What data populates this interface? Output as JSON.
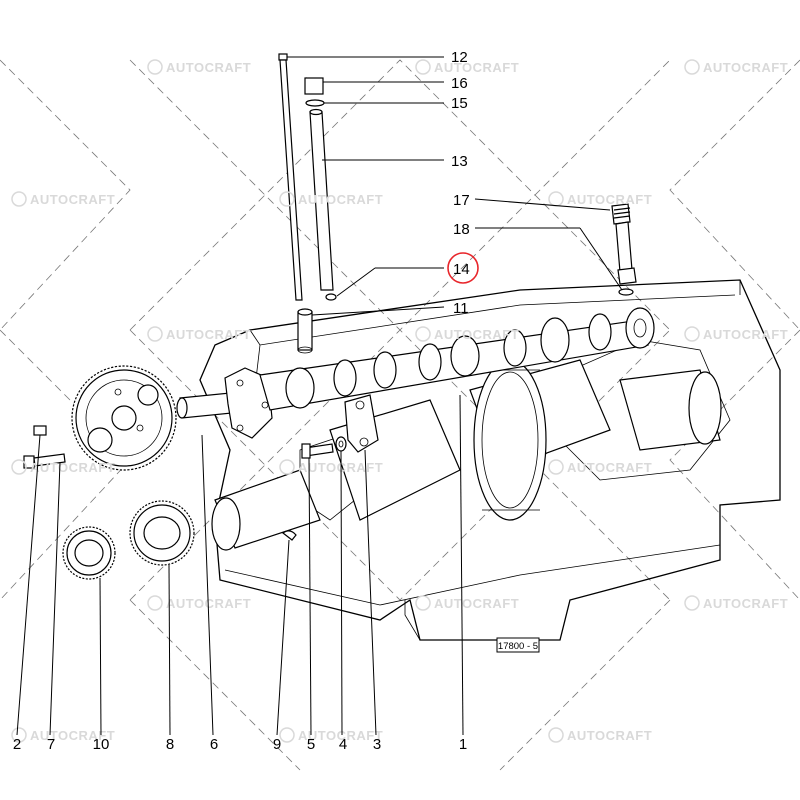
{
  "watermark": {
    "text": "AUTOCRAFT"
  },
  "drawing_ref": "17800 - 5",
  "highlight_color": "#e8262b",
  "highlighted_part": "14",
  "parts": [
    "1",
    "2",
    "3",
    "4",
    "5",
    "6",
    "7",
    "8",
    "9",
    "10",
    "11",
    "12",
    "13",
    "14",
    "15",
    "16",
    "17",
    "18"
  ]
}
